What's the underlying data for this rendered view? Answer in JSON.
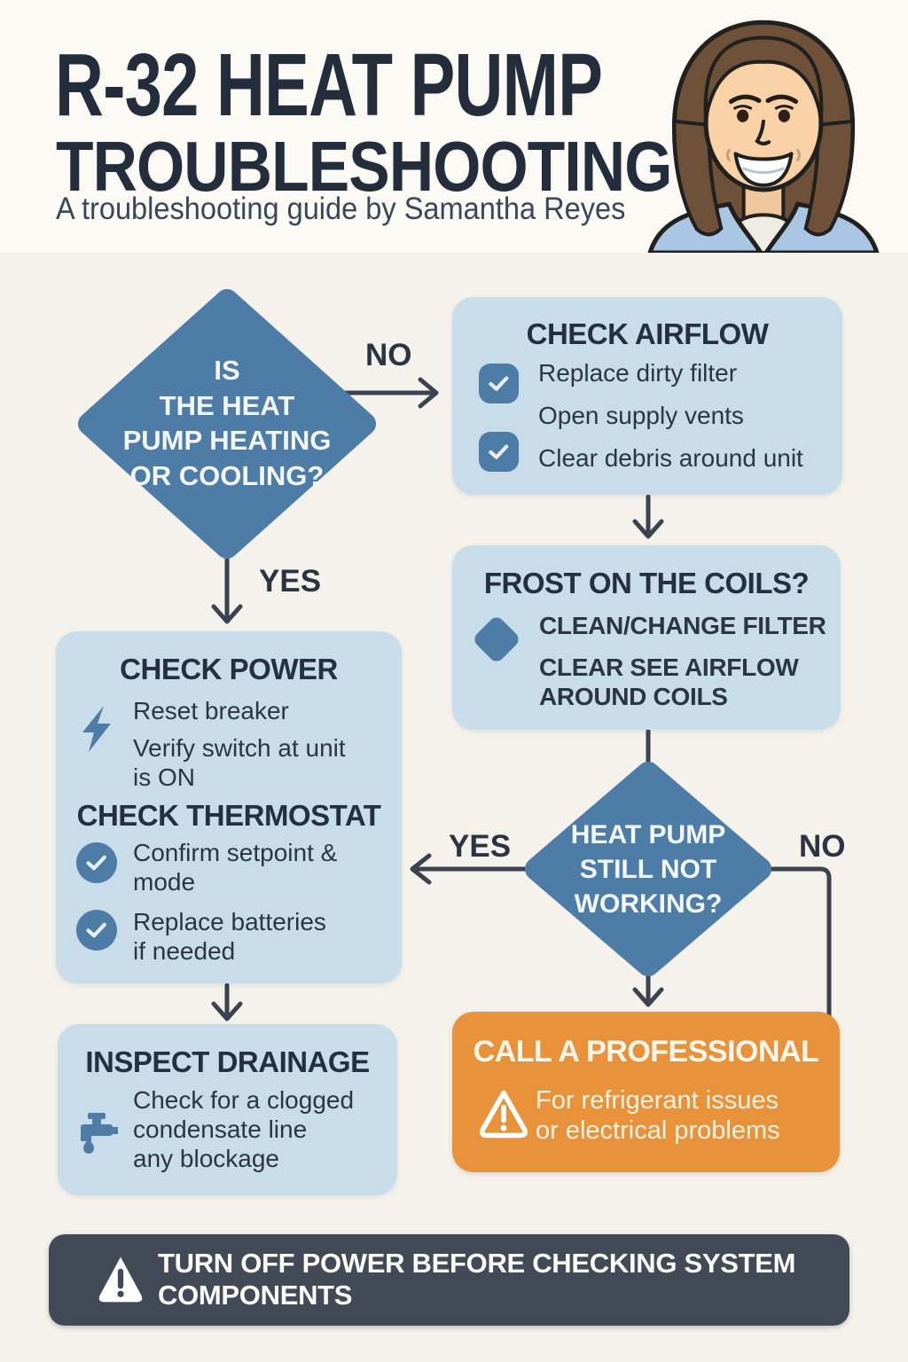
{
  "header": {
    "title_line1": "R-32 HEAT PUMP",
    "title_line2": "TROUBLESHOOTING",
    "subtitle": "A troubleshooting guide by Samantha Reyes"
  },
  "colors": {
    "background": "#f5f2eb",
    "header_background": "#faf9f4",
    "accent_blue": "#4d7ca6",
    "light_blue_box": "#c9dce9",
    "navy_text": "#28303e",
    "orange": "#e8923c",
    "footer_bar": "#424a57",
    "arrow": "#3b4250"
  },
  "flow": {
    "decision1": {
      "text": "IS\nTHE HEAT\nPUMP HEATING\nOR COOLING?"
    },
    "no1": "NO",
    "yes1": "YES",
    "airflow": {
      "title": "CHECK AIRFLOW",
      "items": [
        "Replace dirty filter",
        "Open supply vents",
        "Clear debris around unit"
      ]
    },
    "frost": {
      "title": "FROST ON THE COILS?",
      "items": [
        "CLEAN/CHANGE FILTER",
        "CLEAR SEE AIRFLOW\nAROUND COILS"
      ]
    },
    "power": {
      "title": "CHECK POWER",
      "items": [
        "Reset breaker",
        "Verify switch at unit\nis ON"
      ],
      "title2": "CHECK THERMOSTAT",
      "items2": [
        "Confirm setpoint &\nmode",
        "Replace batteries\nif needed"
      ]
    },
    "decision2": {
      "text": "HEAT PUMP\nSTILL NOT\nWORKING?"
    },
    "yes2": "YES",
    "no2": "NO",
    "professional": {
      "title": "CALL A PROFESSIONAL",
      "text": "For refrigerant issues\nor electrical problems"
    },
    "drainage": {
      "title": "INSPECT DRAINAGE",
      "text": "Check for a clogged\ncondensate line\nany blockage"
    }
  },
  "footer": {
    "text": "TURN OFF POWER BEFORE CHECKING SYSTEM\nCOMPONENTS"
  }
}
